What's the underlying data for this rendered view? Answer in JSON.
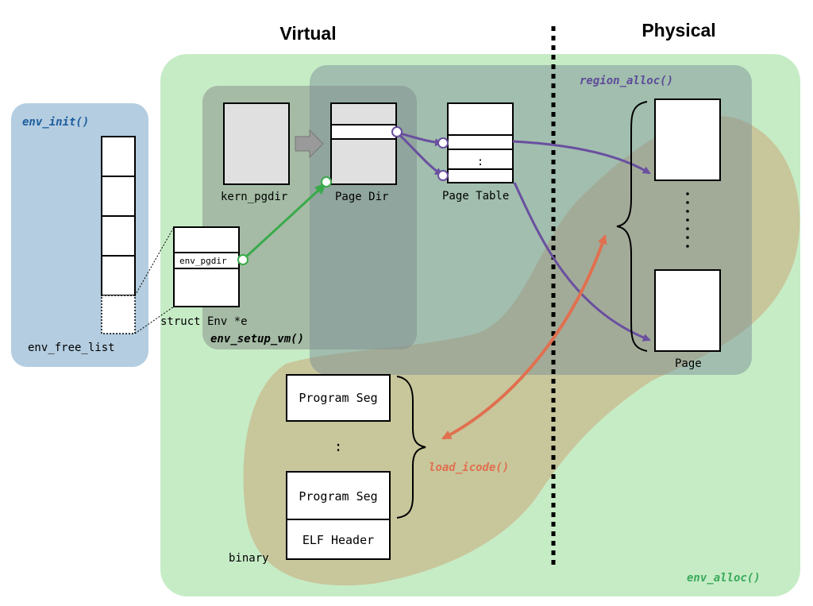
{
  "headings": {
    "virtual": "Virtual",
    "physical": "Physical"
  },
  "functions": {
    "env_init": "env_init()",
    "env_setup_vm": "env_setup_vm()",
    "region_alloc": "region_alloc()",
    "load_icode": "load_icode()",
    "env_alloc": "env_alloc()"
  },
  "labels": {
    "env_free_list": "env_free_list",
    "struct_env": "struct Env *e",
    "env_pgdir": "env_pgdir",
    "kern_pgdir": "kern_pgdir",
    "page_dir": "Page Dir",
    "page_table": "Page Table",
    "page_table_dots": ":",
    "page": "Page",
    "binary": "binary",
    "program_seg_top": "Program Seg",
    "program_seg_bottom": "Program Seg",
    "program_seg_dots": ":",
    "elf_header": "ELF Header"
  },
  "colors": {
    "env_alloc_region": "#c6ecc6",
    "env_init_region": "#b4cde0",
    "env_setup_vm_region": "#9aa89a",
    "region_alloc_region": "#8fa3a3",
    "load_icode_region": "#c9b78a",
    "env_init_text": "#1f5e9e",
    "region_alloc_text": "#5e4b9a",
    "load_icode_text": "#e0704f",
    "env_alloc_text": "#3aaa5a",
    "green_arrow": "#3aaa4a",
    "purple_arrow": "#6a4fa0",
    "orange_arrow": "#e0704f"
  }
}
